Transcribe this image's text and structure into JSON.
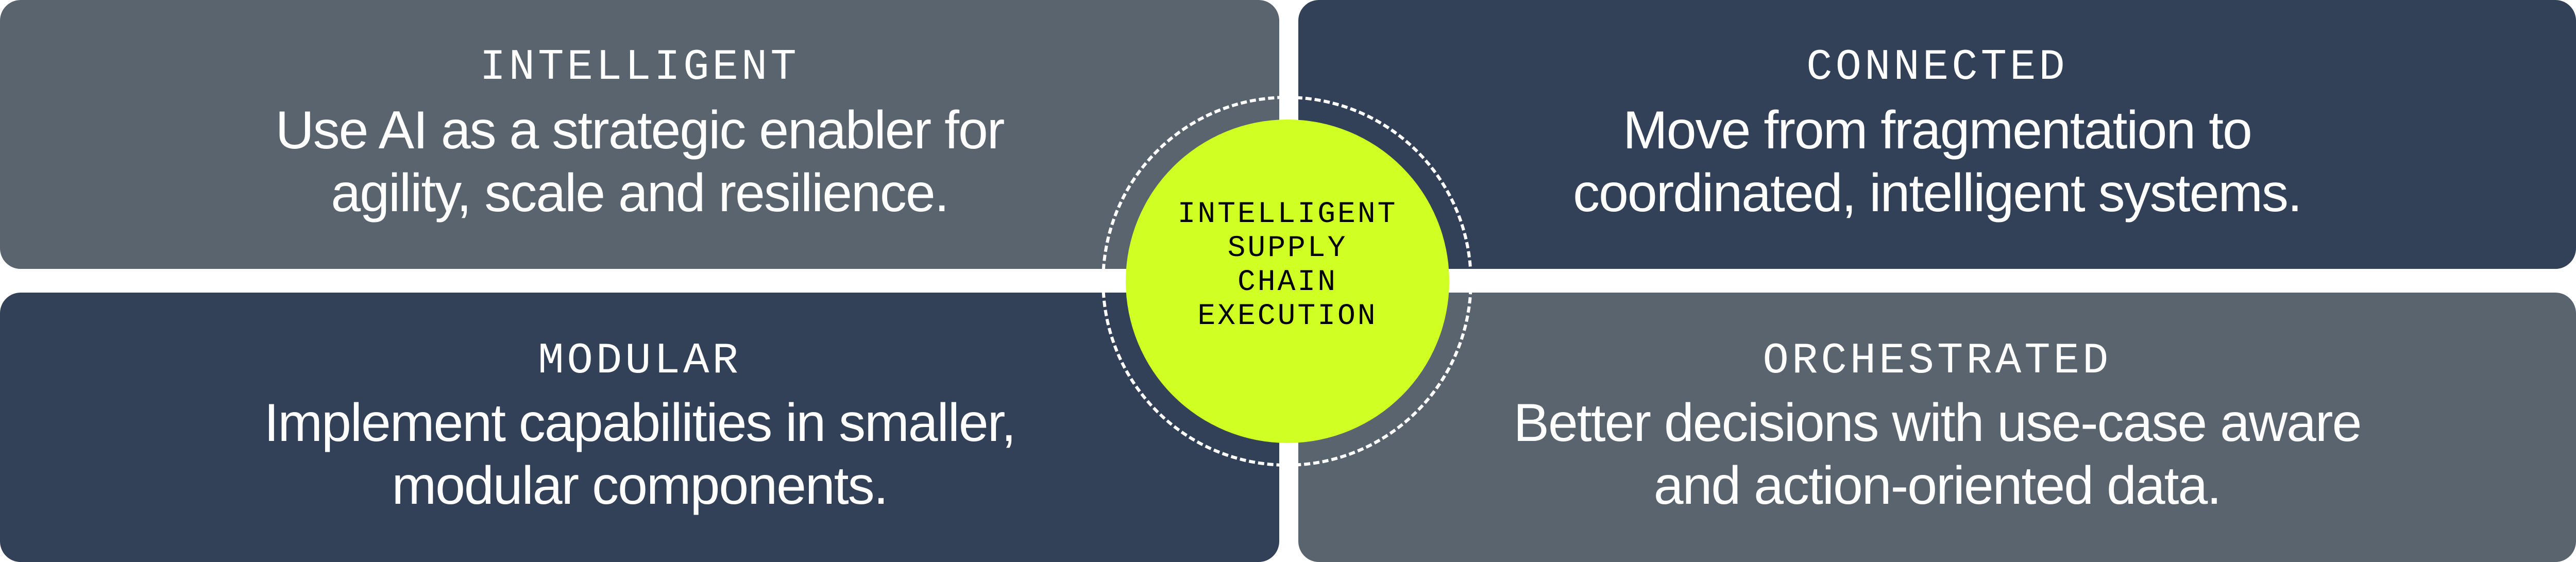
{
  "colors": {
    "gray_panel": "#5a646f",
    "navy_panel": "#324157",
    "hub": "#d0ff24",
    "text": "#ffffff"
  },
  "panels": [
    {
      "title": "INTELLIGENT",
      "lines": [
        "Use AI as a strategic enabler for",
        "agility, scale and resilience."
      ]
    },
    {
      "title": "CONNECTED",
      "lines": [
        "Move from fragmentation to",
        "coordinated, intelligent systems."
      ]
    },
    {
      "title": "MODULAR",
      "lines": [
        "Implement capabilities in smaller,",
        "modular components."
      ]
    },
    {
      "title": "ORCHESTRATED",
      "lines": [
        "Better decisions with use-case aware",
        "and action-oriented data."
      ]
    }
  ],
  "hub": {
    "lines": [
      "INTELLIGENT",
      "SUPPLY",
      "CHAIN",
      "EXECUTION"
    ]
  }
}
